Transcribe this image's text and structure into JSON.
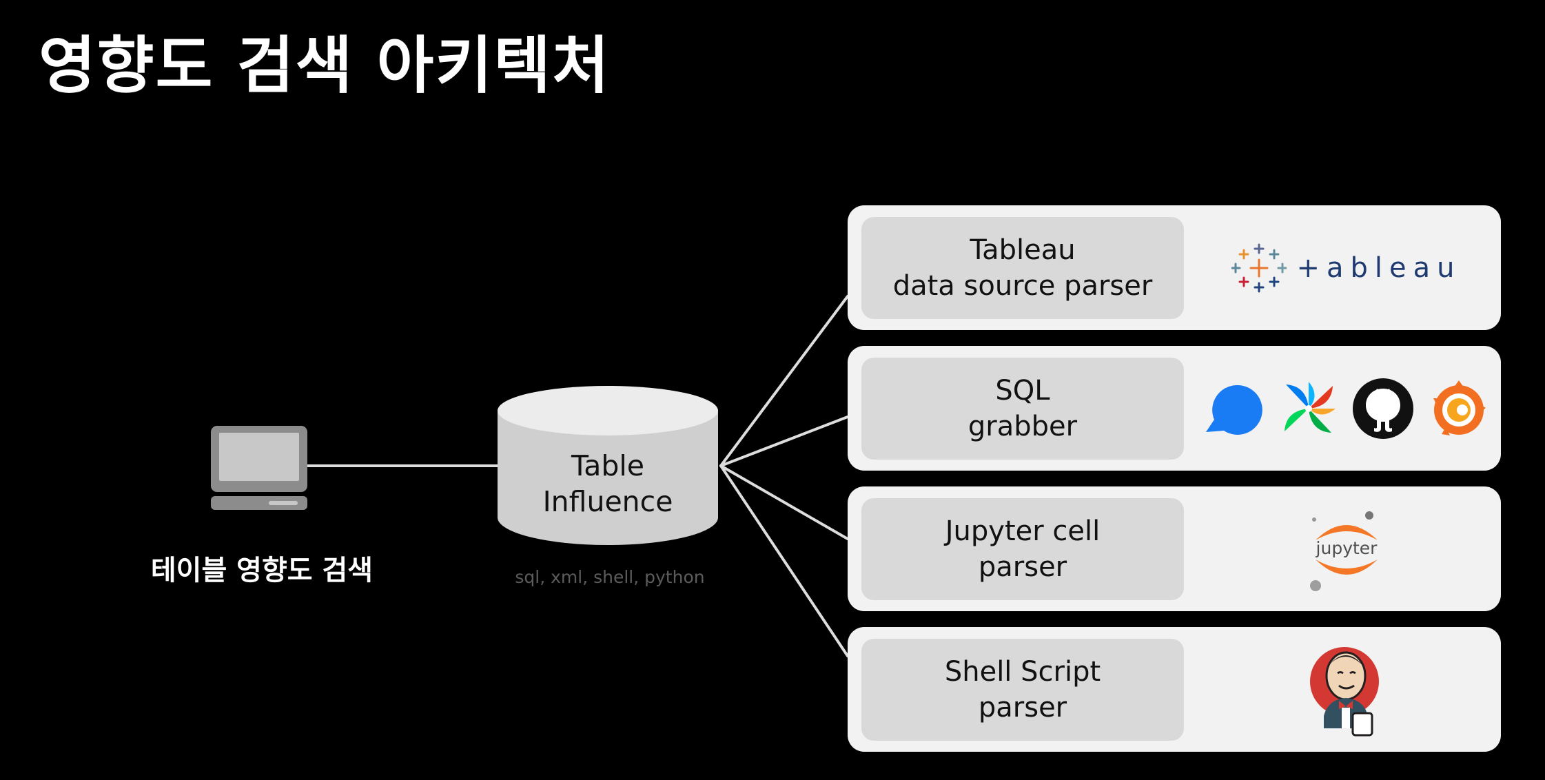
{
  "title": "영향도 검색 아키텍처",
  "client": {
    "label": "테이블 영향도 검색"
  },
  "database": {
    "label_line1": "Table",
    "label_line2": "Influence",
    "subtitle": "sql, xml, shell, python"
  },
  "parsers": [
    {
      "line1": "Tableau",
      "line2": "data source parser",
      "logos": [
        "tableau-logo"
      ],
      "logo_wordmark": "+ableau"
    },
    {
      "line1": "SQL",
      "line2": "grabber",
      "logos": [
        "chat-bubble-logo",
        "airflow-logo",
        "github-logo",
        "grafana-logo"
      ]
    },
    {
      "line1": "Jupyter cell",
      "line2": "parser",
      "logos": [
        "jupyter-logo"
      ],
      "logo_wordmark": "jupyter"
    },
    {
      "line1": "Shell Script",
      "line2": "parser",
      "logos": [
        "jenkins-logo"
      ]
    }
  ],
  "colors": {
    "background": "#000000",
    "card": "#f2f2f2",
    "pill": "#d9d9d9",
    "cylinder": "#cfcfcf",
    "connector": "#dddddd"
  }
}
